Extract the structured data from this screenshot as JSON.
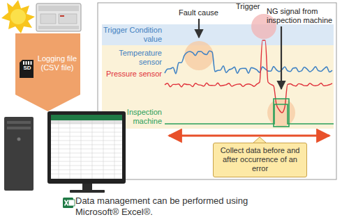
{
  "diagram": {
    "nodes": [
      {
        "text": [
          "Logging file (CSV file)"
        ]
      },
      {
        "text": [
          "Collect data before and after occurrence of an error"
        ]
      }
    ],
    "labels": [
      "SD",
      "Trigger Condition value",
      "Temperature sensor",
      "Pressure sensor",
      "Inspection machine",
      "Fault cause",
      "Trigger",
      "NG signal from inspection machine",
      "Data management can be performed using Microsoft® Excel®."
    ]
  }
}
